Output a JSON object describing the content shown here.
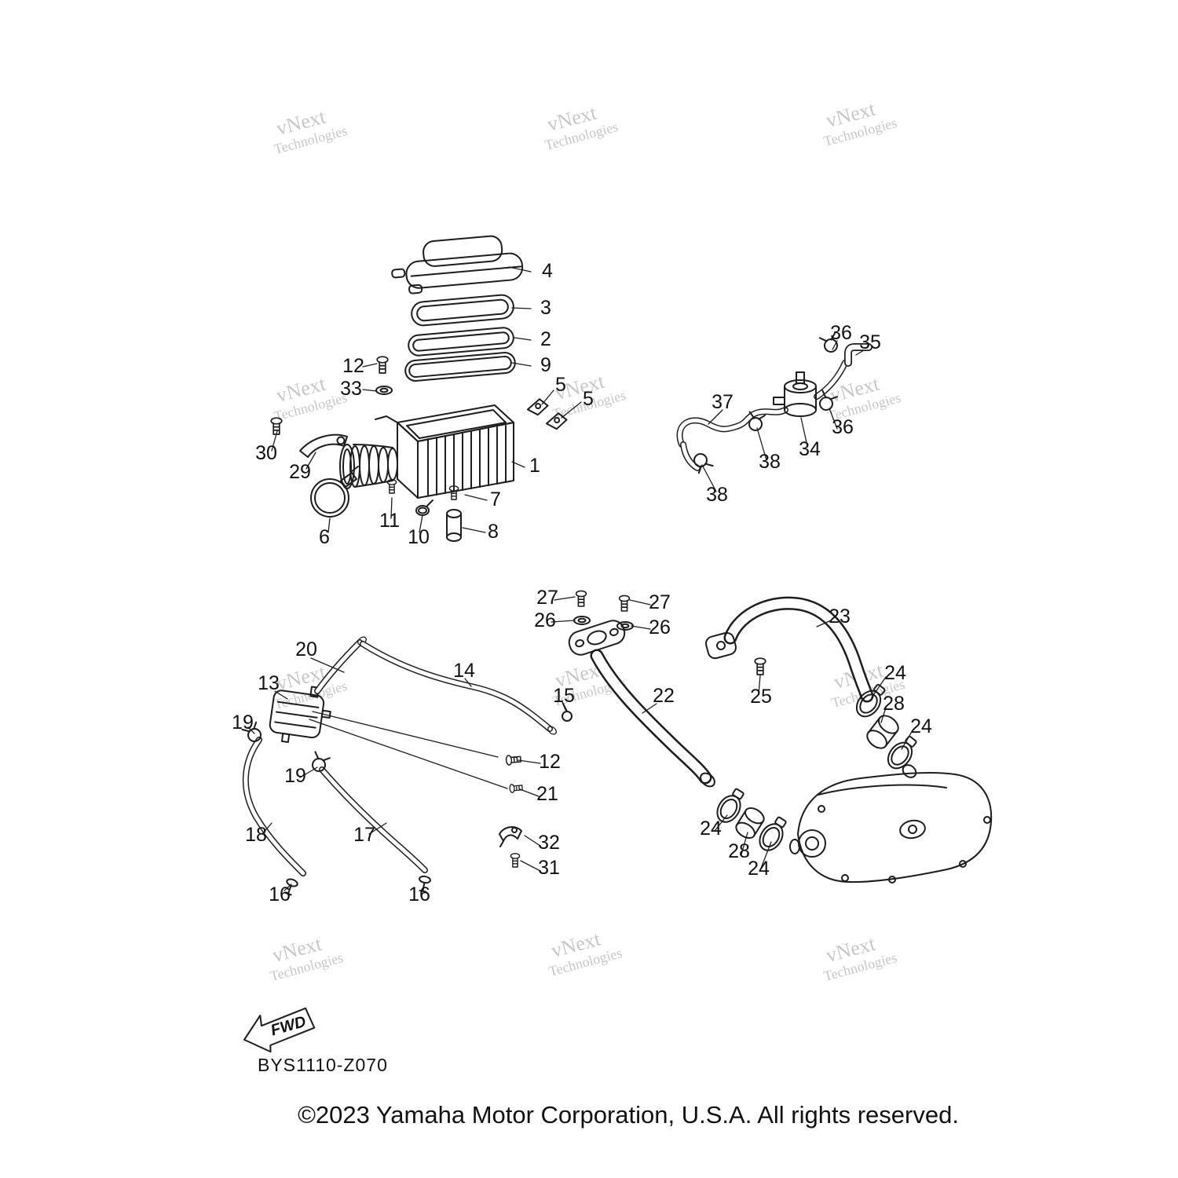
{
  "diagram": {
    "part_code": "BYS1110-Z070",
    "fwd_label": "FWD",
    "copyright": "©2023 Yamaha Motor Corporation, U.S.A. All rights reserved."
  },
  "watermark": {
    "line1": "vNext",
    "line2": "Technologies"
  },
  "colors": {
    "line": "#1d1d1d",
    "watermark": "#c7c7c7",
    "background": "#ffffff"
  },
  "callouts": [
    {
      "label": "4"
    },
    {
      "label": "3"
    },
    {
      "label": "2"
    },
    {
      "label": "9"
    },
    {
      "label": "12"
    },
    {
      "label": "33"
    },
    {
      "label": "5"
    },
    {
      "label": "5"
    },
    {
      "label": "30"
    },
    {
      "label": "29"
    },
    {
      "label": "1"
    },
    {
      "label": "6"
    },
    {
      "label": "11"
    },
    {
      "label": "10"
    },
    {
      "label": "7"
    },
    {
      "label": "8"
    },
    {
      "label": "36"
    },
    {
      "label": "35"
    },
    {
      "label": "37"
    },
    {
      "label": "34"
    },
    {
      "label": "36"
    },
    {
      "label": "38"
    },
    {
      "label": "38"
    },
    {
      "label": "27"
    },
    {
      "label": "27"
    },
    {
      "label": "26"
    },
    {
      "label": "26"
    },
    {
      "label": "23"
    },
    {
      "label": "20"
    },
    {
      "label": "14"
    },
    {
      "label": "13"
    },
    {
      "label": "15"
    },
    {
      "label": "22"
    },
    {
      "label": "25"
    },
    {
      "label": "24"
    },
    {
      "label": "28"
    },
    {
      "label": "24"
    },
    {
      "label": "19"
    },
    {
      "label": "19"
    },
    {
      "label": "12"
    },
    {
      "label": "21"
    },
    {
      "label": "18"
    },
    {
      "label": "17"
    },
    {
      "label": "24"
    },
    {
      "label": "28"
    },
    {
      "label": "24"
    },
    {
      "label": "32"
    },
    {
      "label": "31"
    },
    {
      "label": "16"
    },
    {
      "label": "16"
    }
  ]
}
